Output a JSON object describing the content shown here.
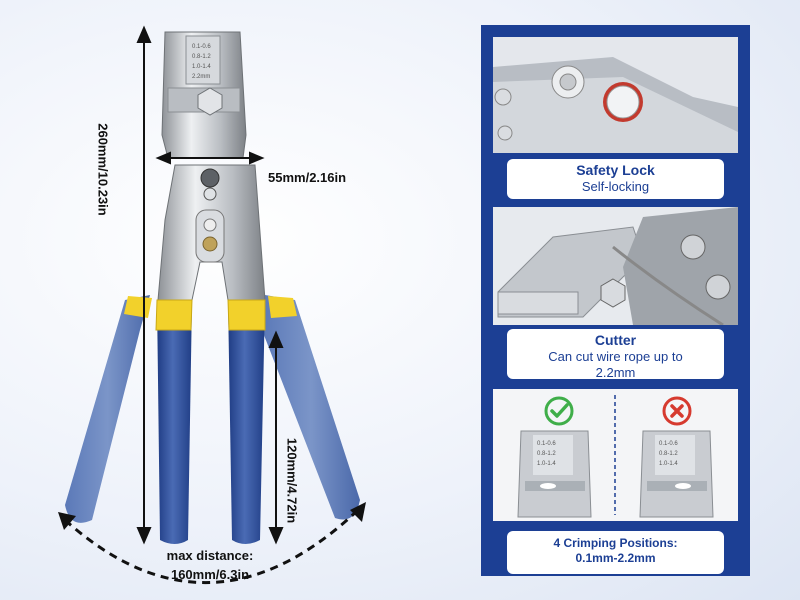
{
  "dimensions": {
    "length": "260mm/10.23in",
    "jaw_width": "55mm/2.16in",
    "handle_length": "120mm/4.72in",
    "max_distance_label": "max distance:",
    "max_distance_value": "160mm/6.3in"
  },
  "features": [
    {
      "title": "Safety Lock",
      "subtitle": "Self-locking"
    },
    {
      "title": "Cutter",
      "subtitle": "Can cut wire rope up to 2.2mm"
    },
    {
      "title": "4 Crimping Positions:",
      "subtitle": "0.1mm-2.2mm"
    }
  ],
  "die_labels": [
    "0.1-0.6",
    "0.8-1.2",
    "1.0-1.4",
    "2.2mm"
  ],
  "colors": {
    "panel_blue": "#1c3f94",
    "handle_blue": "#2d4f9e",
    "band_yellow": "#f2d12b",
    "steel": "#c9ccd1",
    "check_green": "#3fae49",
    "cross_red": "#d63a2f"
  },
  "icons": {
    "correct": "check-circle-icon",
    "incorrect": "x-circle-icon"
  }
}
